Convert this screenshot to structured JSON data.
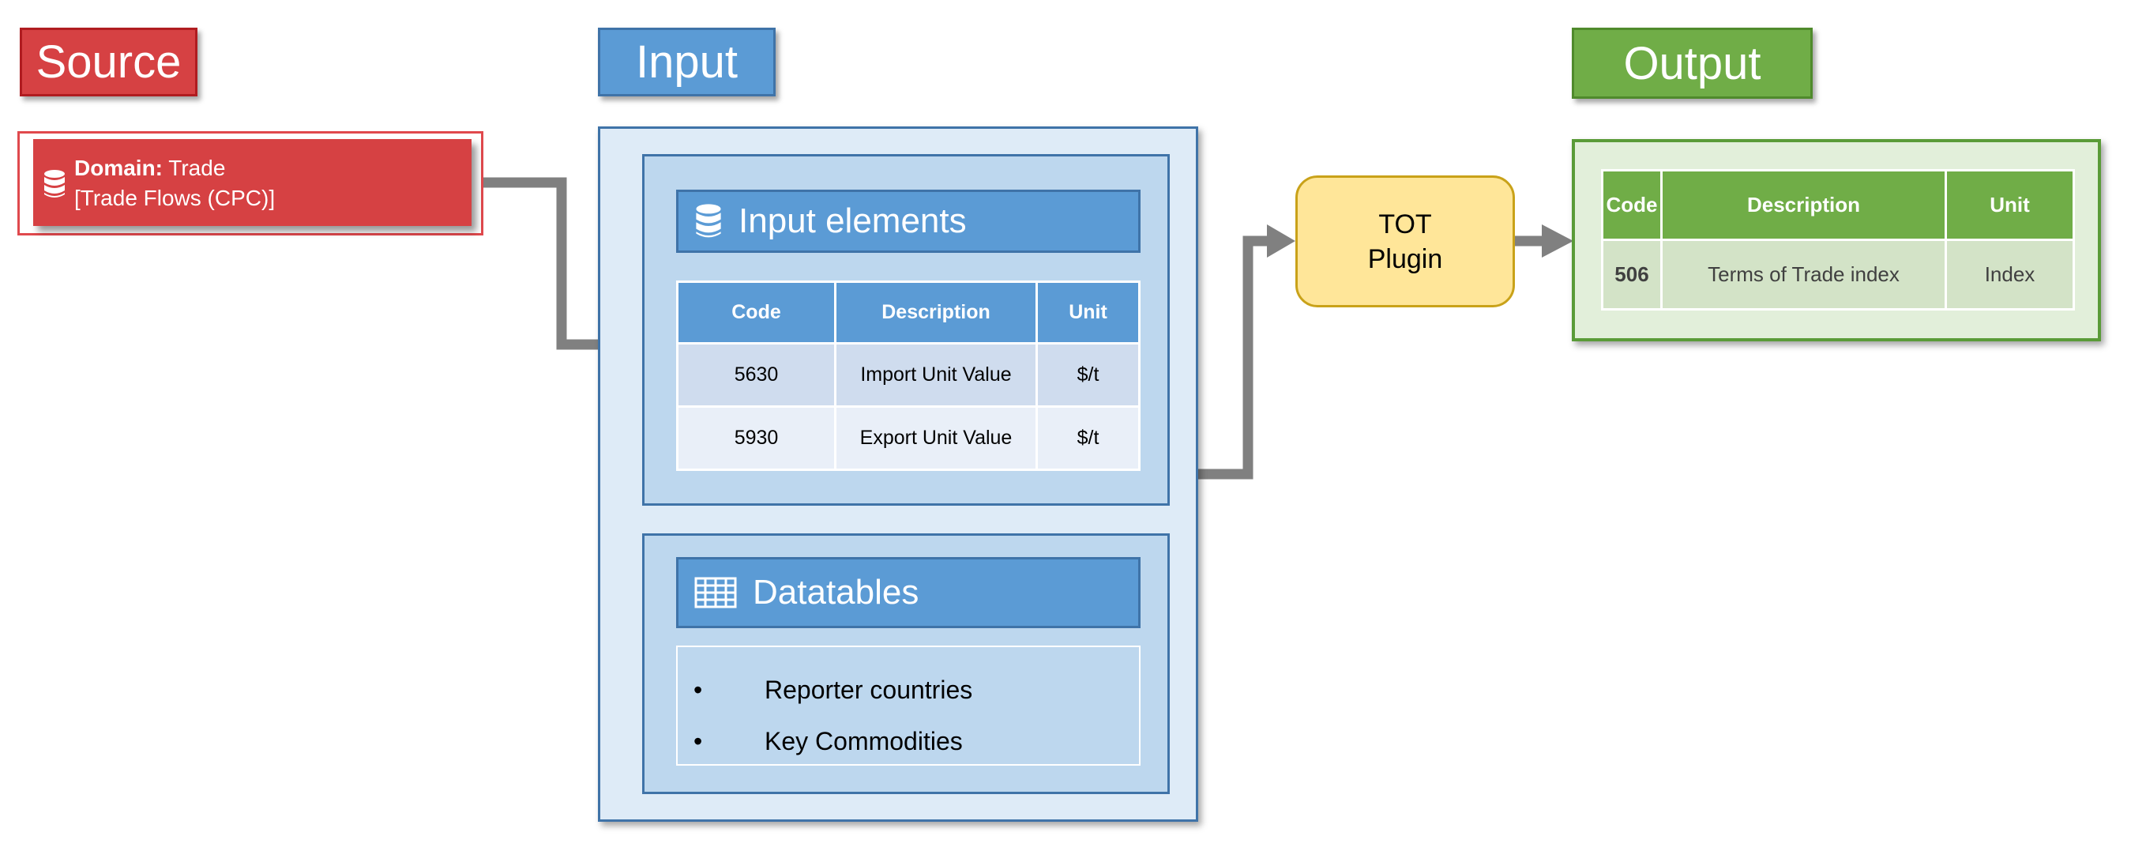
{
  "headers": {
    "source": "Source",
    "input": "Input",
    "output": "Output"
  },
  "source": {
    "domain_label": "Domain:",
    "domain_value": "Trade",
    "subtitle": "[Trade Flows (CPC)]"
  },
  "input_elements": {
    "title": "Input elements",
    "columns": [
      "Code",
      "Description",
      "Unit"
    ],
    "rows": [
      [
        "5630",
        "Import Unit Value",
        "$/t"
      ],
      [
        "5930",
        "Export Unit Value",
        "$/t"
      ]
    ]
  },
  "datatables": {
    "title": "Datatables",
    "bullet": "•",
    "items": [
      "Reporter countries",
      "Key Commodities"
    ]
  },
  "plugin": {
    "line1": "TOT",
    "line2": "Plugin"
  },
  "output": {
    "columns": [
      "Code",
      "Description",
      "Unit"
    ],
    "rows": [
      [
        "506",
        "Terms of Trade index",
        "Index"
      ]
    ]
  },
  "colors": {
    "source": "#d64143",
    "input": "#5b9bd5",
    "output": "#70ad47",
    "plugin": "#ffe699",
    "connector": "#808080"
  },
  "icons": {
    "source": "database-icon",
    "input_elements": "database-icon",
    "datatables": "table-grid-icon"
  }
}
